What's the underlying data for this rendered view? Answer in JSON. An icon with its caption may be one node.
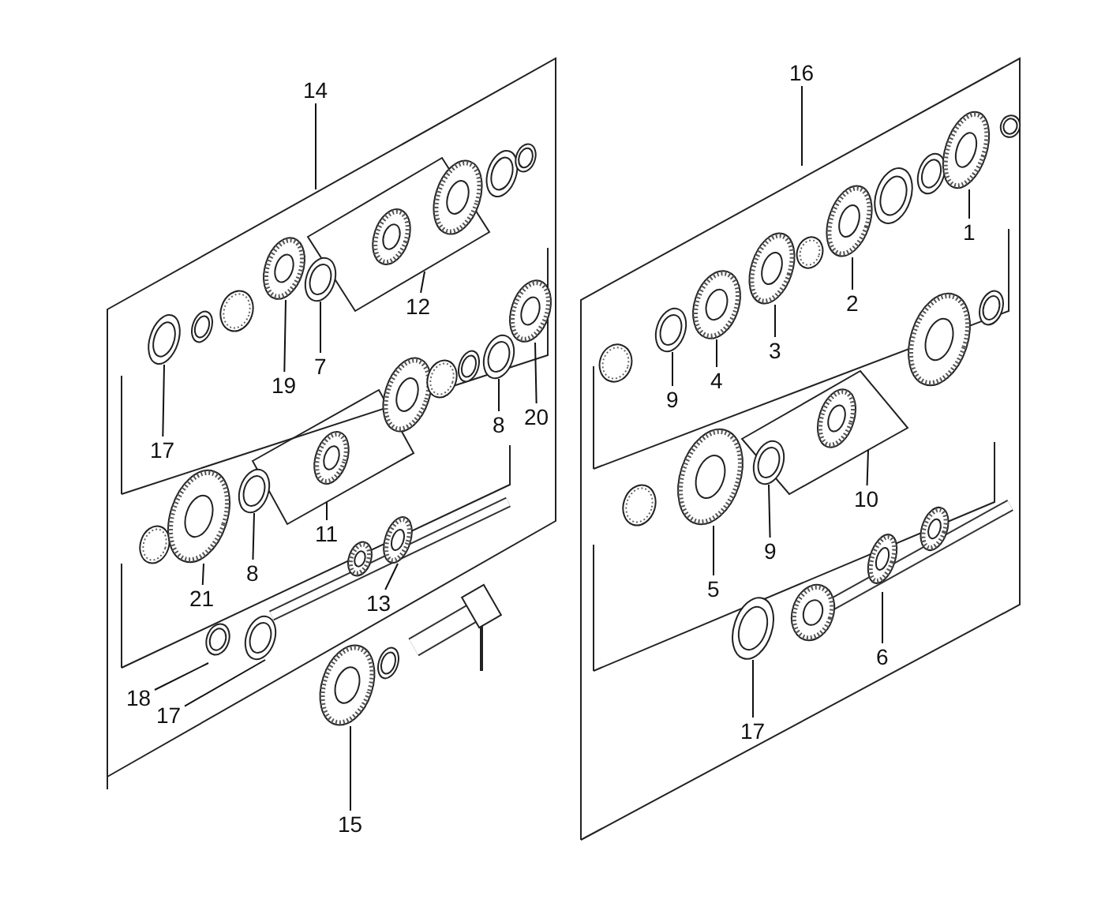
{
  "diagram": {
    "nodes": [
      {
        "text": [
          "16"
        ]
      },
      {
        "text": [
          "14"
        ]
      },
      {
        "text": [
          "1"
        ]
      },
      {
        "text": [
          "12"
        ]
      },
      {
        "text": [
          "2"
        ]
      },
      {
        "text": [
          "3"
        ]
      },
      {
        "text": [
          "7"
        ]
      },
      {
        "text": [
          "4"
        ]
      },
      {
        "text": [
          "19"
        ]
      },
      {
        "text": [
          "9"
        ]
      },
      {
        "text": [
          "20"
        ]
      },
      {
        "text": [
          "8"
        ]
      },
      {
        "text": [
          "17"
        ]
      },
      {
        "text": [
          "10"
        ]
      },
      {
        "text": [
          "11"
        ]
      },
      {
        "text": [
          "9"
        ]
      },
      {
        "text": [
          "8"
        ]
      },
      {
        "text": [
          "5"
        ]
      },
      {
        "text": [
          "21"
        ]
      },
      {
        "text": [
          "13"
        ]
      },
      {
        "text": [
          "6"
        ]
      },
      {
        "text": [
          "18"
        ]
      },
      {
        "text": [
          "17"
        ]
      },
      {
        "text": [
          "17"
        ]
      },
      {
        "text": [
          "15"
        ]
      }
    ],
    "edges": [
      {
        "from": 0,
        "to": null,
        "arrow": "none"
      },
      {
        "from": 1,
        "to": null,
        "arrow": "none"
      },
      {
        "from": 2,
        "to": null,
        "arrow": "none"
      },
      {
        "from": 3,
        "to": null,
        "arrow": "none"
      },
      {
        "from": 4,
        "to": null,
        "arrow": "none"
      },
      {
        "from": 5,
        "to": null,
        "arrow": "none"
      },
      {
        "from": 6,
        "to": null,
        "arrow": "none"
      },
      {
        "from": 7,
        "to": null,
        "arrow": "none"
      },
      {
        "from": 8,
        "to": null,
        "arrow": "none"
      },
      {
        "from": 9,
        "to": null,
        "arrow": "none"
      },
      {
        "from": 10,
        "to": null,
        "arrow": "none"
      },
      {
        "from": 11,
        "to": null,
        "arrow": "none"
      },
      {
        "from": 12,
        "to": null,
        "arrow": "none"
      },
      {
        "from": 13,
        "to": null,
        "arrow": "none"
      },
      {
        "from": 14,
        "to": null,
        "arrow": "none"
      },
      {
        "from": 15,
        "to": null,
        "arrow": "none"
      },
      {
        "from": 16,
        "to": null,
        "arrow": "none"
      },
      {
        "from": 17,
        "to": null,
        "arrow": "none"
      },
      {
        "from": 18,
        "to": null,
        "arrow": "none"
      },
      {
        "from": 19,
        "to": null,
        "arrow": "none"
      },
      {
        "from": 20,
        "to": null,
        "arrow": "none"
      },
      {
        "from": 21,
        "to": null,
        "arrow": "none"
      },
      {
        "from": 22,
        "to": null,
        "arrow": "none"
      },
      {
        "from": 23,
        "to": null,
        "arrow": "none"
      },
      {
        "from": 24,
        "to": null,
        "arrow": "none"
      }
    ]
  }
}
